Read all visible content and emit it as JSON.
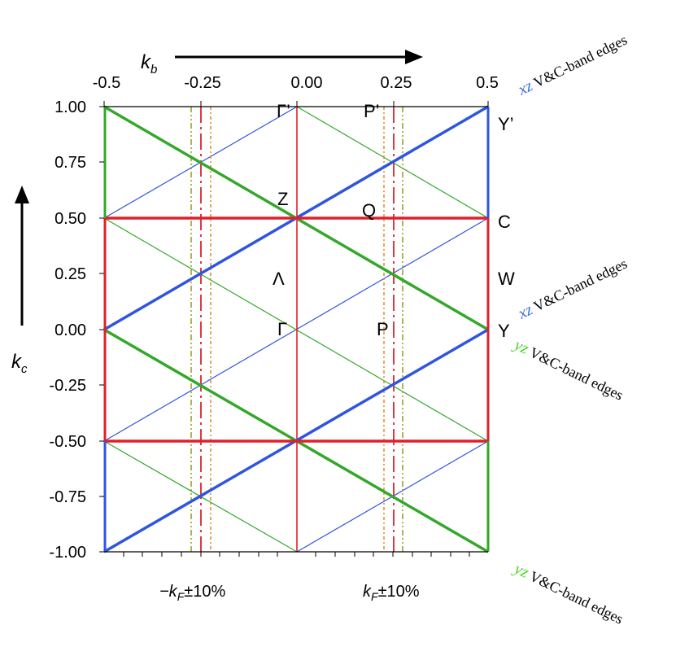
{
  "axes": {
    "kb_label": "k",
    "kb_sub": "b",
    "kc_label": "k",
    "kc_sub": "c",
    "kb_ticks": [
      "-0.5",
      "-0.25",
      "0.00",
      "0.25",
      "0.5"
    ],
    "kc_ticks": [
      "1.00",
      "0.75",
      "0.50",
      "0.25",
      "0.00",
      "-0.25",
      "-0.50",
      "-0.75",
      "-1.00"
    ]
  },
  "points": {
    "gamma_prime": "Γ’",
    "p_prime": "P’",
    "y_prime": "Y’",
    "z": "Z",
    "q": "Q",
    "c": "C",
    "lambda": "Λ",
    "w": "W",
    "gamma": "Γ",
    "p": "P",
    "y": "Y"
  },
  "fermi": {
    "neg_label": "−k",
    "neg_sub": "F",
    "neg_suffix": "±10%",
    "pos_label": "k",
    "pos_sub": "F",
    "pos_suffix": "±10%"
  },
  "band_edges": [
    {
      "orbital": "xz",
      "text": "V&C-band edges",
      "color": "#3a6fe6"
    },
    {
      "orbital": "xz",
      "text": "V&C-band edges",
      "color": "#3a6fe6"
    },
    {
      "orbital": "yz",
      "text": "V&C-band edges",
      "color": "#4cd62a"
    },
    {
      "orbital": "yz",
      "text": "V&C-band edges",
      "color": "#4cd62a"
    }
  ],
  "colors": {
    "xz_line": "#2f55e0",
    "yz_line": "#33a82a",
    "red_line": "#e0202a",
    "fermi_outer": "#9a9a1e",
    "fermi_inner": "#e08a1e"
  }
}
